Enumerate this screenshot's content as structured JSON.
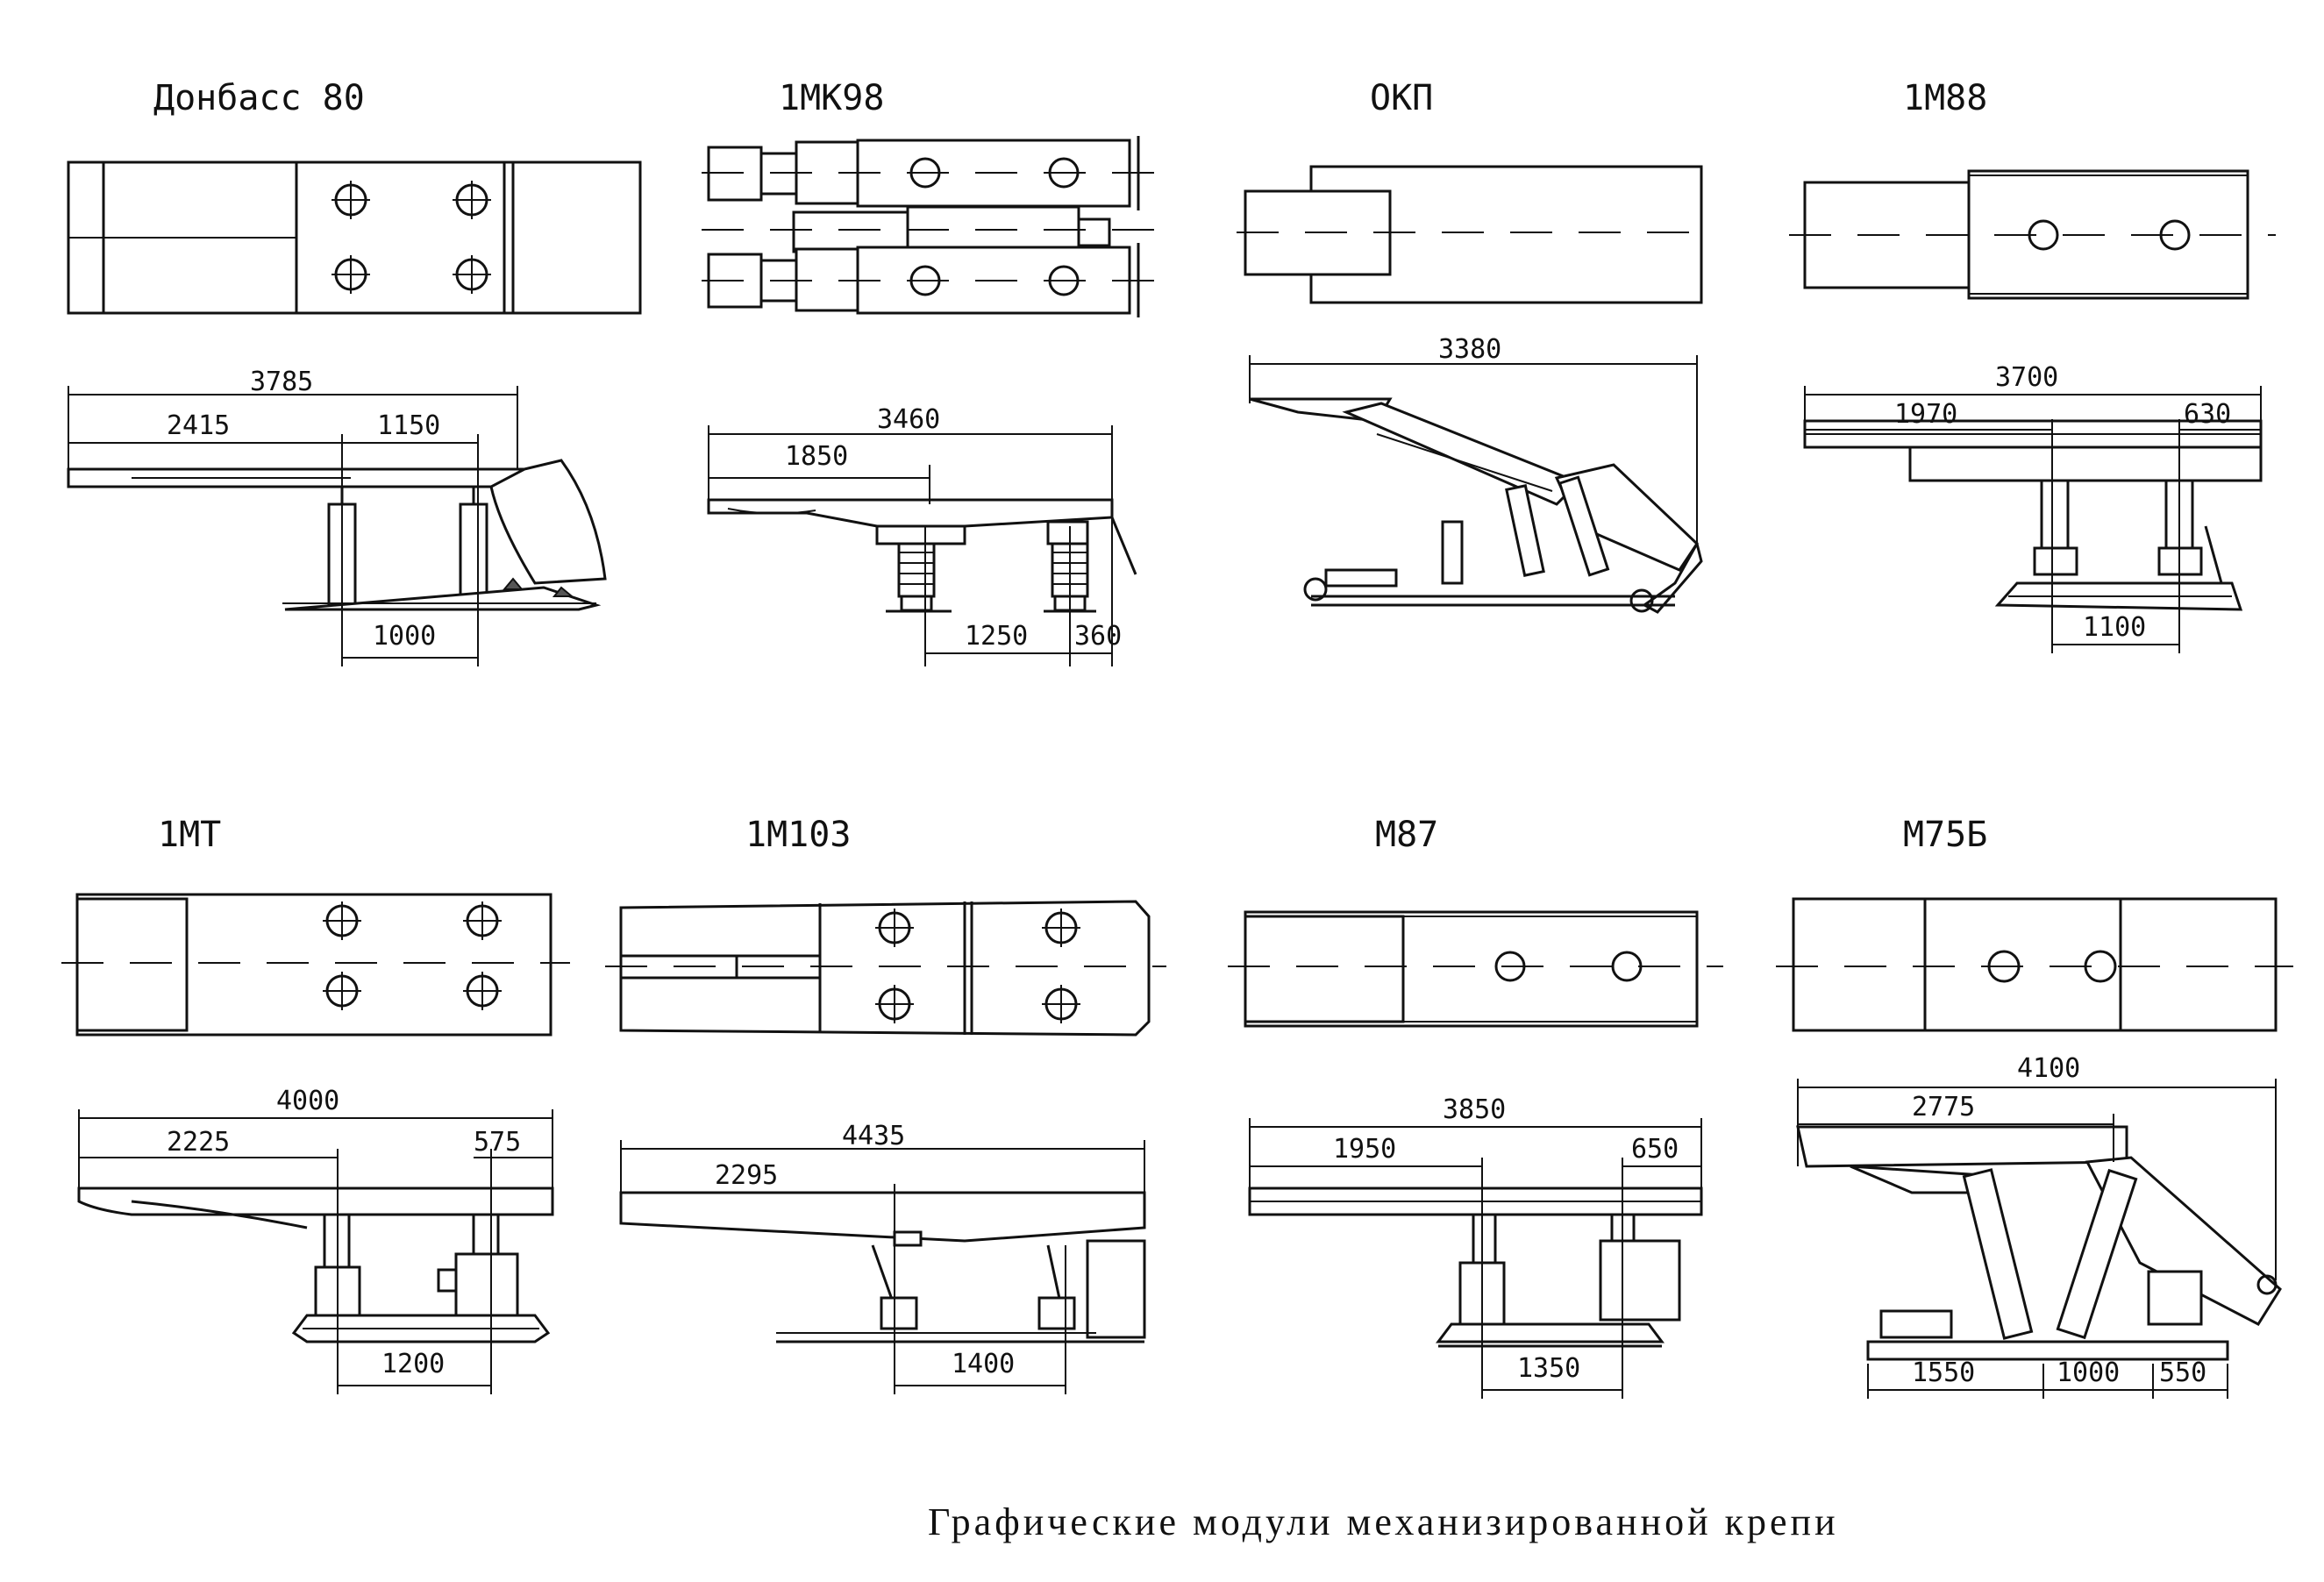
{
  "caption": "Графические модули механизированной крепи",
  "modules": [
    {
      "id": "donbass80",
      "title": "Донбасс 80",
      "dims": [
        "3785",
        "2415",
        "1150",
        "1000"
      ]
    },
    {
      "id": "1mk98",
      "title": "1МК98",
      "dims": [
        "3460",
        "1850",
        "1250",
        "360"
      ]
    },
    {
      "id": "okp",
      "title": "ОКП",
      "dims": [
        "3380"
      ]
    },
    {
      "id": "1m88",
      "title": "1М88",
      "dims": [
        "3700",
        "1970",
        "630",
        "1100"
      ]
    },
    {
      "id": "1mt",
      "title": "1МТ",
      "dims": [
        "4000",
        "2225",
        "575",
        "1200"
      ]
    },
    {
      "id": "1m103",
      "title": "1М103",
      "dims": [
        "4435",
        "2295",
        "1400"
      ]
    },
    {
      "id": "m87",
      "title": "М87",
      "dims": [
        "3850",
        "1950",
        "650",
        "1350"
      ]
    },
    {
      "id": "m75b",
      "title": "М75Б",
      "dims": [
        "4100",
        "2775",
        "1550",
        "1000",
        "550"
      ]
    }
  ]
}
